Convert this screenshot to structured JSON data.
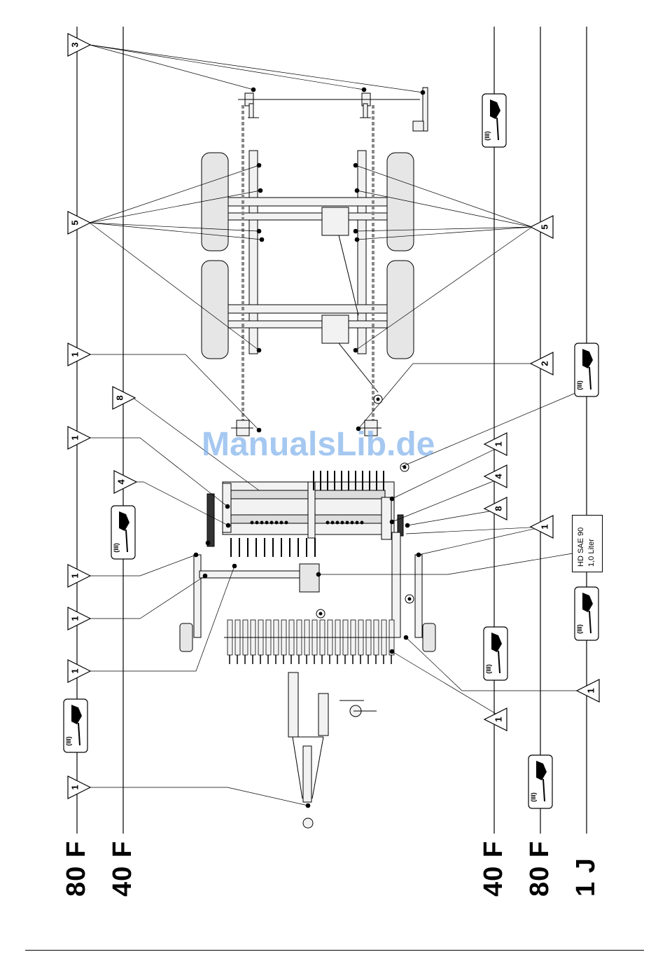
{
  "interval_lines": [
    {
      "label": "80 F",
      "side": "left"
    },
    {
      "label": "40 F",
      "side": "left"
    },
    {
      "label": "40 F",
      "side": "right"
    },
    {
      "label": "80 F",
      "side": "right"
    },
    {
      "label": "1 J",
      "side": "right"
    }
  ],
  "lubrication_points": [
    {
      "number": "3"
    },
    {
      "number": "5"
    },
    {
      "number": "5"
    },
    {
      "number": "1"
    },
    {
      "number": "8"
    },
    {
      "number": "1"
    },
    {
      "number": "4"
    },
    {
      "number": "1"
    },
    {
      "number": "1"
    },
    {
      "number": "1"
    },
    {
      "number": "1"
    },
    {
      "number": "1"
    },
    {
      "number": "4"
    },
    {
      "number": "8"
    },
    {
      "number": "1"
    },
    {
      "number": "2"
    },
    {
      "number": "1"
    },
    {
      "number": "1"
    }
  ],
  "oil_spec": {
    "line1": "HD SAE 90",
    "line2": "1,0 Liter"
  },
  "grease_icon_label": "(III)",
  "watermark": "ManualsLib.de",
  "colors": {
    "line": "#000000",
    "wheel_fill": "#e6e6e6",
    "part_fill": "#f2f2f2",
    "watermark": "#7fb2ec"
  }
}
